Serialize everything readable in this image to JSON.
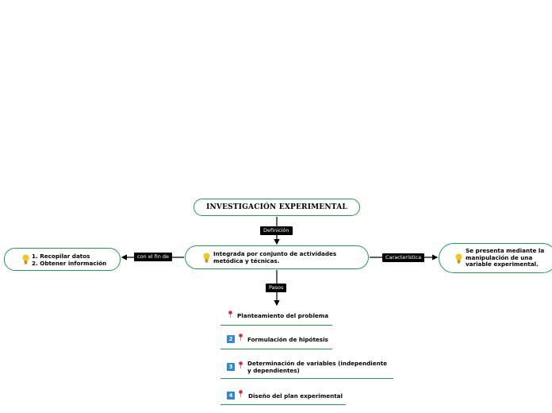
{
  "title": "INVESTIGACIÓN EXPERIMENTAL",
  "connectors": {
    "definicion": "Definición",
    "fin": "con el fin de",
    "caracteristica": "Característica",
    "pasos": "Pasos"
  },
  "center_text": [
    "Integrada por conjunto de actividades",
    "metódica y técnicas."
  ],
  "left_text": [
    "1. Recopilar datos",
    "2. Obtener información"
  ],
  "right_text": [
    "Se presenta mediante la",
    "manipulación de una",
    "variable experimental."
  ],
  "steps": [
    {
      "number": "",
      "lines": [
        "Planteamiento del problema"
      ]
    },
    {
      "number": "2",
      "lines": [
        "Formulación de hipótesis"
      ]
    },
    {
      "number": "3",
      "lines": [
        "Determinación de variables (independiente",
        "y dependientes)"
      ]
    },
    {
      "number": "4",
      "lines": [
        "Diseño del plan experimental"
      ]
    }
  ],
  "colors": {
    "border": "#1aa34a",
    "tag_bg": "#000000",
    "number_badge": "#2c87d6",
    "pin": "#e8222b",
    "bulb": "#f5c518"
  },
  "icons": [
    "lightbulb-icon",
    "pin-icon",
    "number-badge-icon"
  ]
}
